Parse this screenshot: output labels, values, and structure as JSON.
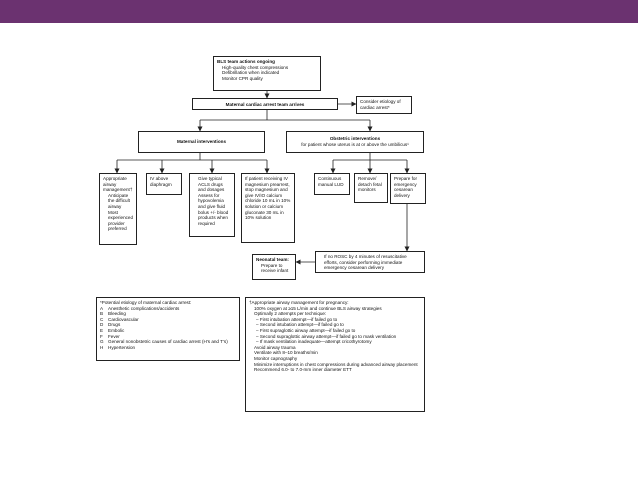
{
  "colors": {
    "topbar": "#6b3270",
    "line": "#222222"
  },
  "bls": {
    "title": "BLS team actions ongoing",
    "items": [
      "High-quality chest compressions",
      "Defibrillation when indicated",
      "Monitor CPR quality"
    ]
  },
  "maternal_team": {
    "label": "Maternal cardiac arrest team arrives"
  },
  "consider": {
    "label": "Consider etiology of cardiac arrest*"
  },
  "maternal_interventions": {
    "label": "Maternal interventions"
  },
  "obstetric": {
    "title": "Obstetric interventions",
    "subtitle": "for patient whose uterus is at or above the umbilicus¹"
  },
  "airway": {
    "title": "Appropriate airway management†",
    "items": [
      "Anticipate the difficult airway",
      "Most experienced provider preferred"
    ]
  },
  "iv": {
    "label": "IV above diaphragm"
  },
  "acls": {
    "items": [
      "Give typical ACLS drugs and dosages",
      "Assess for hypovolemia and give fluid bolus +/- blood products when required"
    ]
  },
  "magnesium": {
    "label": "If patient receiving IV magnesium prearrest, stop magnesium and give IV/IO calcium chloride 10 mL in 10% solution or calcium gluconate 30 mL in 10% solution"
  },
  "lud": {
    "label": "Continuous manual LUD"
  },
  "remove": {
    "label": "Remove/ detach fetal monitors"
  },
  "cesarean": {
    "label": "Prepare for emergency cesarean delivery"
  },
  "neonatal": {
    "title": "Neonatal team:",
    "items": [
      "Prepare to receive infant"
    ]
  },
  "rosc": {
    "items": [
      "If no ROSC by 4 minutes of resuscitative efforts, consider performing immediate emergency cesarean delivery"
    ]
  },
  "etiology": {
    "title": "*Potential etiology of maternal cardiac arrest:",
    "rows": [
      {
        "key": "A",
        "text": "Anesthetic complications/accidents"
      },
      {
        "key": "B",
        "text": "Bleeding"
      },
      {
        "key": "C",
        "text": "Cardiovascular"
      },
      {
        "key": "D",
        "text": "Drugs"
      },
      {
        "key": "E",
        "text": "Embolic"
      },
      {
        "key": "F",
        "text": "Fever"
      },
      {
        "key": "G",
        "text": "General nonobstetric causes of cardiac arrest (H’s and T’s)"
      },
      {
        "key": "H",
        "text": "Hypertension"
      }
    ]
  },
  "airway_mgmt": {
    "title": "†Appropriate airway management for pregnancy:",
    "items": [
      "100% oxygen at ≥15 L/min and continue BLS airway strategies",
      "Optimally 2 attempts per technique:"
    ],
    "dash_items": [
      "First intubation attempt—if failed go to",
      "Second intubation attempt—if failed go to",
      "First supraglottic airway attempt—if failed go to",
      "Second supraglottic airway attempt—if failed go to mask ventilation",
      "If mask ventilation inadequate—attempt cricothyrotomy"
    ],
    "items2": [
      "Avoid airway trauma",
      "Ventilate with 8–10 breaths/min",
      "Monitor capnography",
      "Minimize interruptions in chest compressions during advanced airway placement",
      "Recommend 6.0- to 7.0-mm inner diameter ETT"
    ]
  }
}
